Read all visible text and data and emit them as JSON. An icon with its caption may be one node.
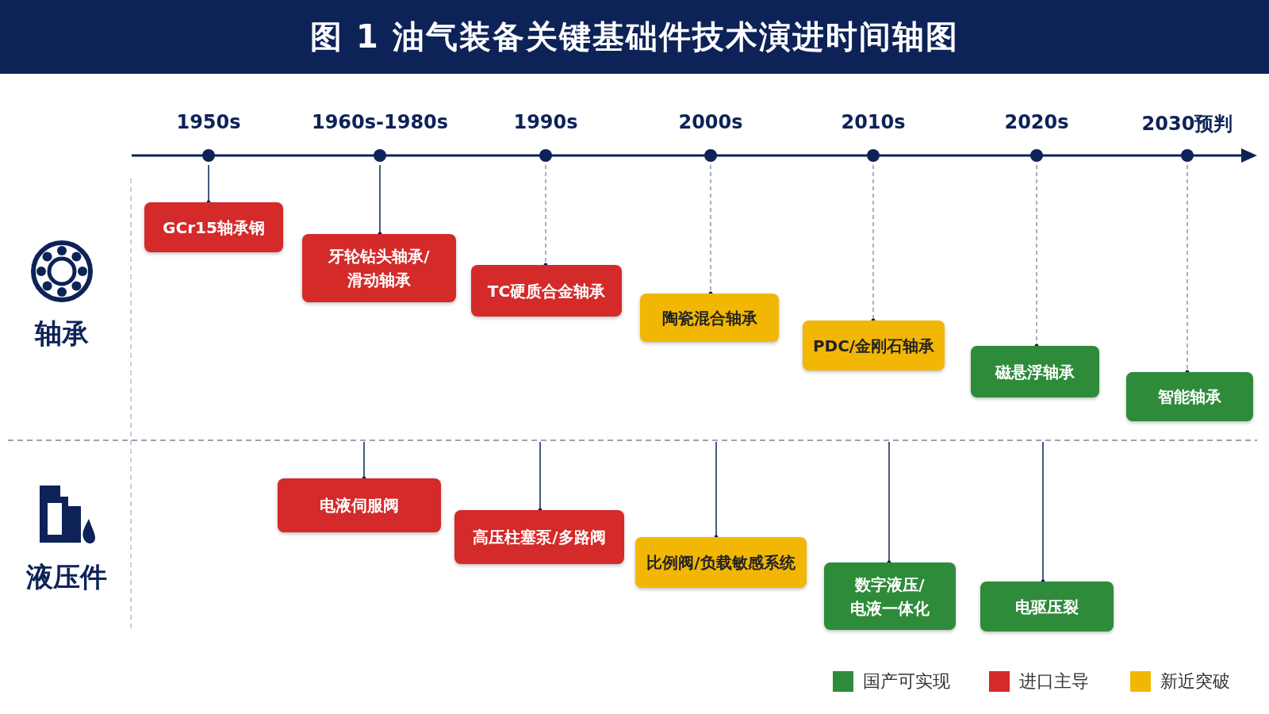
{
  "diagram": {
    "title": "图 1 油气装备关键基础件技术演进时间轴图",
    "nodes": [
      {
        "text": [
          "1950s"
        ]
      },
      {
        "text": [
          "1960s-1980s"
        ]
      },
      {
        "text": [
          "1990s"
        ]
      },
      {
        "text": [
          "2000s"
        ]
      },
      {
        "text": [
          "2010s"
        ]
      },
      {
        "text": [
          "2020s"
        ]
      },
      {
        "text": [
          "2030预判"
        ]
      },
      {
        "text": [
          "GCr15轴承钢"
        ]
      },
      {
        "text": [
          "牙轮钻头轴承/滑动轴承"
        ]
      },
      {
        "text": [
          "TC硬质合金轴承"
        ]
      },
      {
        "text": [
          "陶瓷混合轴承"
        ]
      },
      {
        "text": [
          "PDC/金刚石轴承"
        ]
      },
      {
        "text": [
          "磁悬浮轴承"
        ]
      },
      {
        "text": [
          "智能轴承"
        ]
      },
      {
        "text": [
          "电液伺服阀"
        ]
      },
      {
        "text": [
          "高压柱塞泵/多路阀"
        ]
      },
      {
        "text": [
          "比例阀/负载敏感系统"
        ]
      },
      {
        "text": [
          "数字液压/电液一体化"
        ]
      },
      {
        "text": [
          "电驱压裂"
        ]
      }
    ],
    "edges": [
      {
        "from": 0,
        "to": 7,
        "arrow": "other"
      },
      {
        "from": 1,
        "to": 8,
        "arrow": "other"
      },
      {
        "from": 2,
        "to": 9,
        "arrow": "other",
        "style": "dashed",
        "color": "#8c95ab"
      },
      {
        "from": 3,
        "to": 10,
        "arrow": "other",
        "style": "dashed",
        "color": "#8c95ab"
      },
      {
        "from": 4,
        "to": 11,
        "arrow": "other",
        "style": "dashed",
        "color": "#8c95ab"
      },
      {
        "from": 5,
        "to": 12,
        "arrow": "other",
        "style": "dashed",
        "color": "#8c95ab"
      },
      {
        "from": 6,
        "to": 13,
        "arrow": "other",
        "style": "dashed",
        "color": "#8c95ab"
      },
      {
        "from": null,
        "to": 14,
        "arrow": "other"
      },
      {
        "from": null,
        "to": 15,
        "arrow": "other"
      },
      {
        "from": null,
        "to": 16,
        "arrow": "other"
      },
      {
        "from": null,
        "to": 17,
        "arrow": "other"
      },
      {
        "from": null,
        "to": 18,
        "arrow": "other"
      }
    ],
    "labels": [
      "轴承",
      "液压件"
    ],
    "legend": [
      {
        "text": "国产可实现",
        "color": "#2e8b3a"
      },
      {
        "text": "进口主导",
        "color": "#d42a2a"
      },
      {
        "text": "新近突破",
        "color": "#f2b705"
      }
    ]
  }
}
